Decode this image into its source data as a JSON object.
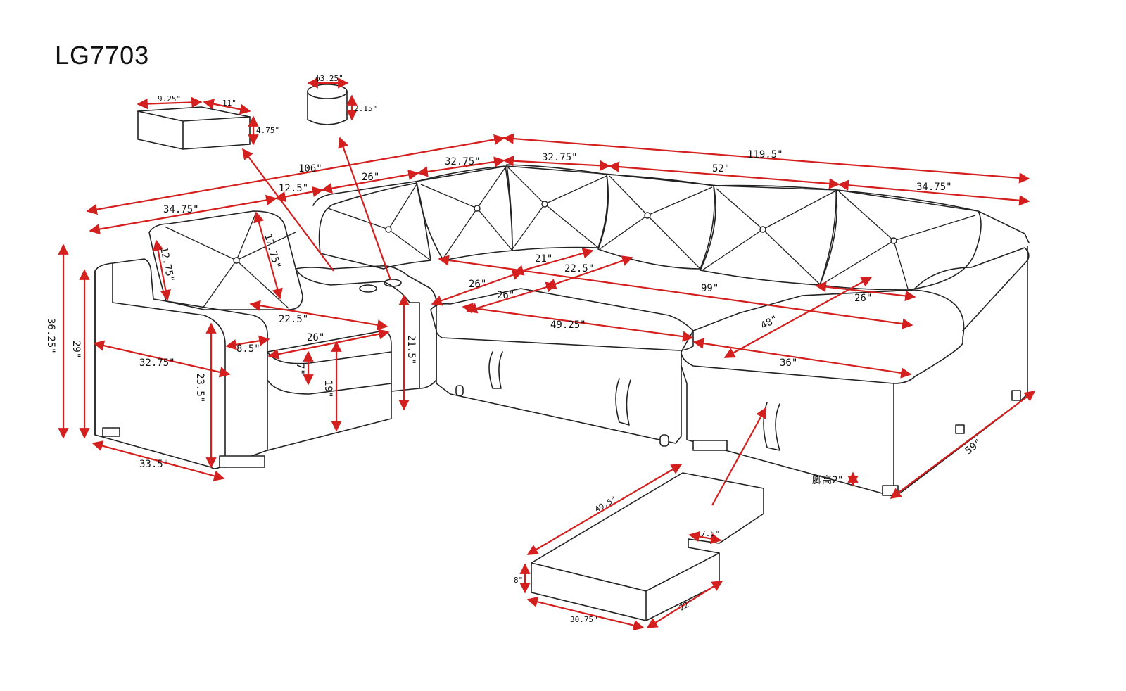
{
  "model": "LG7703",
  "colors": {
    "dimension": "#d41f1f",
    "outline": "#222222",
    "text": "#111111"
  },
  "accessories": {
    "storage_box": {
      "width": "9.25\"",
      "depth": "11\"",
      "height": "4.75\""
    },
    "cup_holder": {
      "diameter": "ϕ3.25\"",
      "height": "2.15\""
    },
    "ottoman": {
      "length": "49.5\"",
      "height": "8\"",
      "width": "30.75\"",
      "depth": "22\"",
      "cutout": "7.5\""
    }
  },
  "dimensions": [
    {
      "id": "total-length-left",
      "value": "106\""
    },
    {
      "id": "total-length-right",
      "value": "119.5\""
    },
    {
      "id": "seg-arm-left",
      "value": "34.75\""
    },
    {
      "id": "seg-console",
      "value": "12.5\""
    },
    {
      "id": "seg-corner-seat",
      "value": "26\""
    },
    {
      "id": "seg-corner-wedge",
      "value": "32.75\""
    },
    {
      "id": "seg-corner-back",
      "value": "32.75\""
    },
    {
      "id": "seg-sleeper",
      "value": "52\""
    },
    {
      "id": "seg-chaise",
      "value": "34.75\""
    },
    {
      "id": "back-cushion-height",
      "value": "12.75\""
    },
    {
      "id": "back-cushion-width",
      "value": "17.75\""
    },
    {
      "id": "seat-depth-left",
      "value": "22.5\""
    },
    {
      "id": "seat-width-left",
      "value": "26\""
    },
    {
      "id": "arm-width",
      "value": "8.5\""
    },
    {
      "id": "arm-depth",
      "value": "32.75\""
    },
    {
      "id": "overall-height",
      "value": "36.25\""
    },
    {
      "id": "arm-height",
      "value": "29\""
    },
    {
      "id": "arm-front-height",
      "value": "23.5\""
    },
    {
      "id": "cushion-thickness",
      "value": "7\""
    },
    {
      "id": "seat-height",
      "value": "19\""
    },
    {
      "id": "console-height",
      "value": "21.5\""
    },
    {
      "id": "base-depth",
      "value": "33.5\""
    },
    {
      "id": "corner-seat-21",
      "value": "21\""
    },
    {
      "id": "corner-seat-225",
      "value": "22.5\""
    },
    {
      "id": "sleeper-depth-26a",
      "value": "26\""
    },
    {
      "id": "sleeper-depth-26b",
      "value": "26\""
    },
    {
      "id": "sleeper-width",
      "value": "49.25\""
    },
    {
      "id": "bed-length",
      "value": "99\""
    },
    {
      "id": "chaise-seat-width",
      "value": "26\""
    },
    {
      "id": "chaise-length",
      "value": "48\""
    },
    {
      "id": "chaise-front-width",
      "value": "36\""
    },
    {
      "id": "chaise-depth",
      "value": "59\""
    }
  ],
  "leg_height": "脚高2\""
}
